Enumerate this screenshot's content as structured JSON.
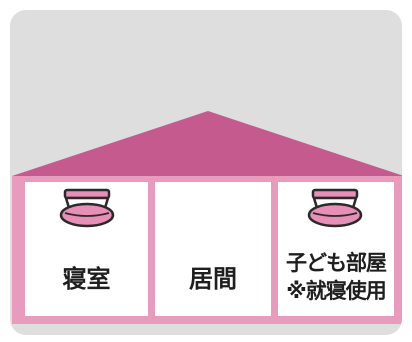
{
  "colors": {
    "background": "#dededf",
    "roof": "#c45a8e",
    "frame": "#e89bbd",
    "room_fill": "#ffffff",
    "detector": "#e78fb6",
    "detector_outline": "#2a2a2a"
  },
  "icons": [
    "smoke-detector-icon"
  ],
  "rooms": [
    {
      "label": "寝室",
      "has_detector": true
    },
    {
      "label": "居間",
      "has_detector": false
    },
    {
      "label_line1": "子ども部屋",
      "label_line2": "※就寝使用",
      "has_detector": true
    }
  ]
}
